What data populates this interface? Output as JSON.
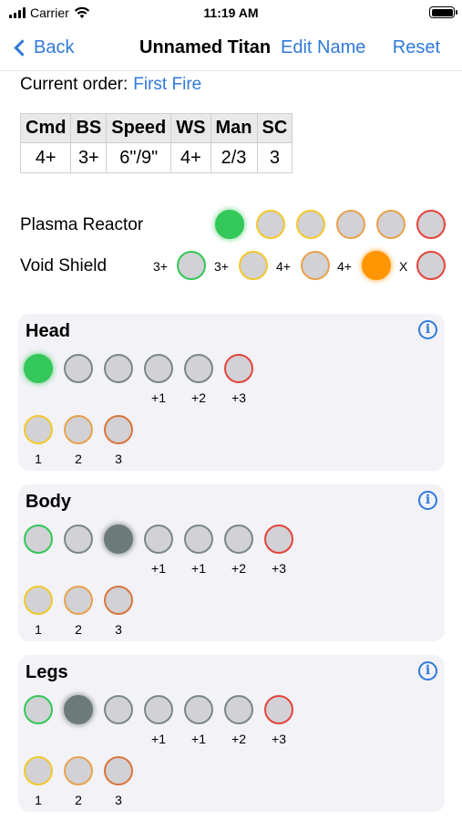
{
  "status_bar": {
    "carrier": "Carrier",
    "time": "11:19 AM"
  },
  "nav": {
    "back": "Back",
    "title": "Unnamed Titan",
    "edit": "Edit Name",
    "reset": "Reset"
  },
  "order": {
    "label": "Current order:",
    "value": "First Fire"
  },
  "stats": {
    "headers": [
      "Cmd",
      "BS",
      "Speed",
      "WS",
      "Man",
      "SC"
    ],
    "values": [
      "4+",
      "3+",
      "6\"/9\"",
      "4+",
      "2/3",
      "3"
    ]
  },
  "plasma_reactor": {
    "label": "Plasma Reactor",
    "level": 1,
    "pips": [
      "green",
      "yellow",
      "yellow",
      "orange",
      "orange",
      "red"
    ]
  },
  "void_shield": {
    "label": "Void Shield",
    "pips": [
      {
        "label": "3+",
        "color": "green"
      },
      {
        "label": "3+",
        "color": "yellow"
      },
      {
        "label": "4+",
        "color": "orange"
      },
      {
        "label": "4+",
        "color": "orange",
        "active": true
      },
      {
        "label": "X",
        "color": "red"
      }
    ]
  },
  "locations": [
    {
      "name": "Head",
      "armour_labels": [
        "",
        "",
        "",
        "+1",
        "+2",
        "+3"
      ],
      "armour_state": [
        "filled-green",
        "grey",
        "grey",
        "grey",
        "grey",
        "red"
      ],
      "crit_labels": [
        "1",
        "2",
        "3"
      ]
    },
    {
      "name": "Body",
      "armour_labels": [
        "",
        "",
        "",
        "+1",
        "+1",
        "+2",
        "+3"
      ],
      "armour_state": [
        "green",
        "grey",
        "filled-dark",
        "grey",
        "grey",
        "grey",
        "red"
      ],
      "crit_labels": [
        "1",
        "2",
        "3"
      ]
    },
    {
      "name": "Legs",
      "armour_labels": [
        "",
        "",
        "",
        "+1",
        "+1",
        "+2",
        "+3"
      ],
      "armour_state": [
        "green",
        "filled-dark",
        "grey",
        "grey",
        "grey",
        "grey",
        "red"
      ],
      "crit_labels": [
        "1",
        "2",
        "3"
      ]
    }
  ],
  "info_icon": "i",
  "colors": {
    "accent": "#2f7ad9",
    "green": "#34c759",
    "orange": "#ff9500",
    "red": "#e4433b",
    "yellow": "#f2c82e"
  }
}
